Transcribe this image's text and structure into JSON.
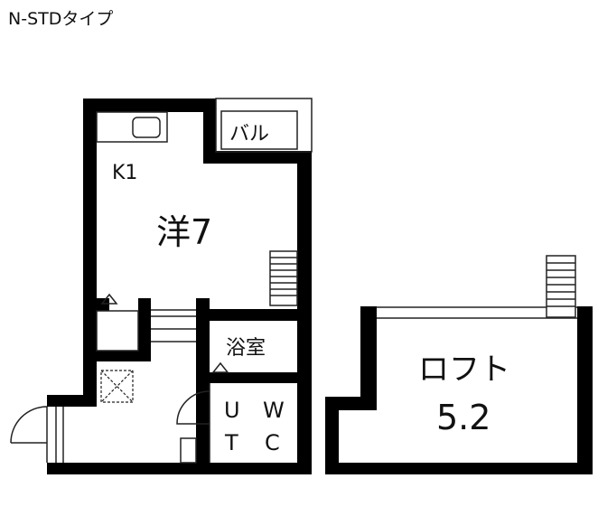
{
  "title": "N-STDタイプ",
  "rooms": {
    "balcony": "バル",
    "kitchen": "K1",
    "western_room": "洋7",
    "bathroom": "浴室",
    "ut_u": "U",
    "ut_t": "T",
    "wc_w": "W",
    "wc_c": "C",
    "loft_name": "ロフト",
    "loft_size": "5.2"
  },
  "colors": {
    "wall": "#000000",
    "background": "#ffffff",
    "line": "#222222"
  }
}
